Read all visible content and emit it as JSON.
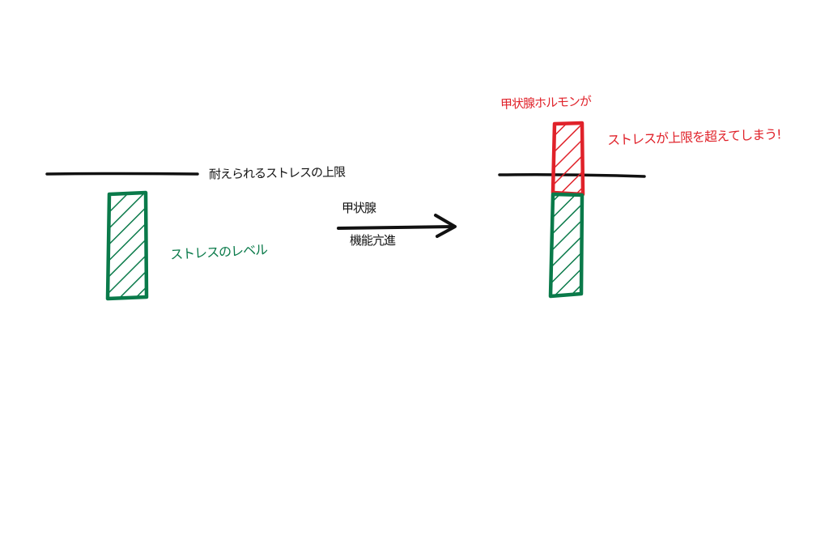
{
  "colors": {
    "ink": "#111111",
    "green": "#0a7a4a",
    "red": "#e0222a",
    "background": "#ffffff"
  },
  "left_panel": {
    "limit_label": "耐えられるストレスの上限",
    "level_label": "ストレスのレベル"
  },
  "arrow": {
    "top_label": "甲状腺",
    "bottom_label": "機能亢進"
  },
  "right_panel": {
    "hormone_label": "甲状腺ホルモンが",
    "exceed_label": "ストレスが上限を超えてしまう!"
  }
}
